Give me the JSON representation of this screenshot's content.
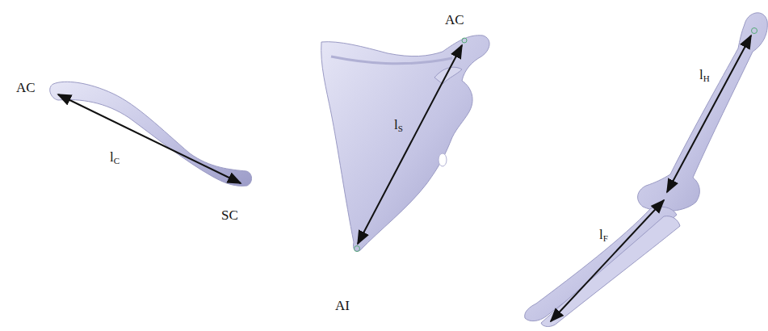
{
  "diagram": {
    "labels": [
      "AC",
      "lC",
      "SC",
      "AC",
      "lS",
      "AI",
      "lH",
      "lF"
    ]
  }
}
